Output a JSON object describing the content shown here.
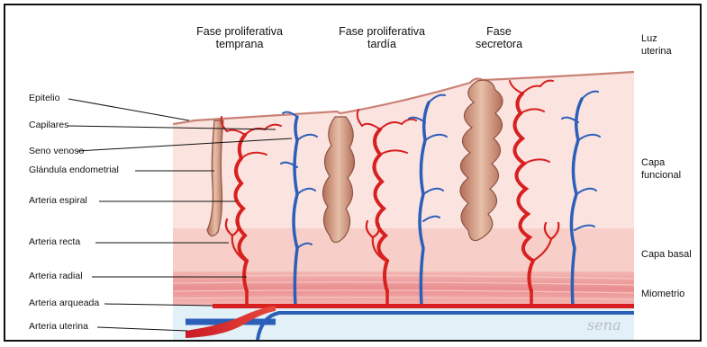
{
  "phases": {
    "early": "Fase proliferativa\ntemprana",
    "late": "Fase proliferativa\ntardía",
    "secretory": "Fase\nsecretora"
  },
  "zones": {
    "lumen": "Luz\nuterina",
    "functional": "Capa\nfuncional",
    "basal": "Capa basal",
    "myometrium": "Miometrio"
  },
  "labels": {
    "epithelium": "Epitelio",
    "capillaries": "Capilares",
    "venous_sinus": "Seno venoso",
    "endometrial_gland": "Glándula endometrial",
    "spiral_artery": "Arteria espiral",
    "straight_artery": "Arteria recta",
    "radial_artery": "Arteria radial",
    "arcuate_artery": "Arteria arqueada",
    "uterine_artery": "Arteria uterina"
  },
  "signature": "sena",
  "colors": {
    "functional_layer": "#fbe4e2",
    "basal_layer": "#f6cbc4",
    "myometrium": "#ef9e9e",
    "lower_tissue": "#dfeef6",
    "artery": "#d7201f",
    "vein": "#2c5fb8",
    "gland": "#c98b74"
  }
}
